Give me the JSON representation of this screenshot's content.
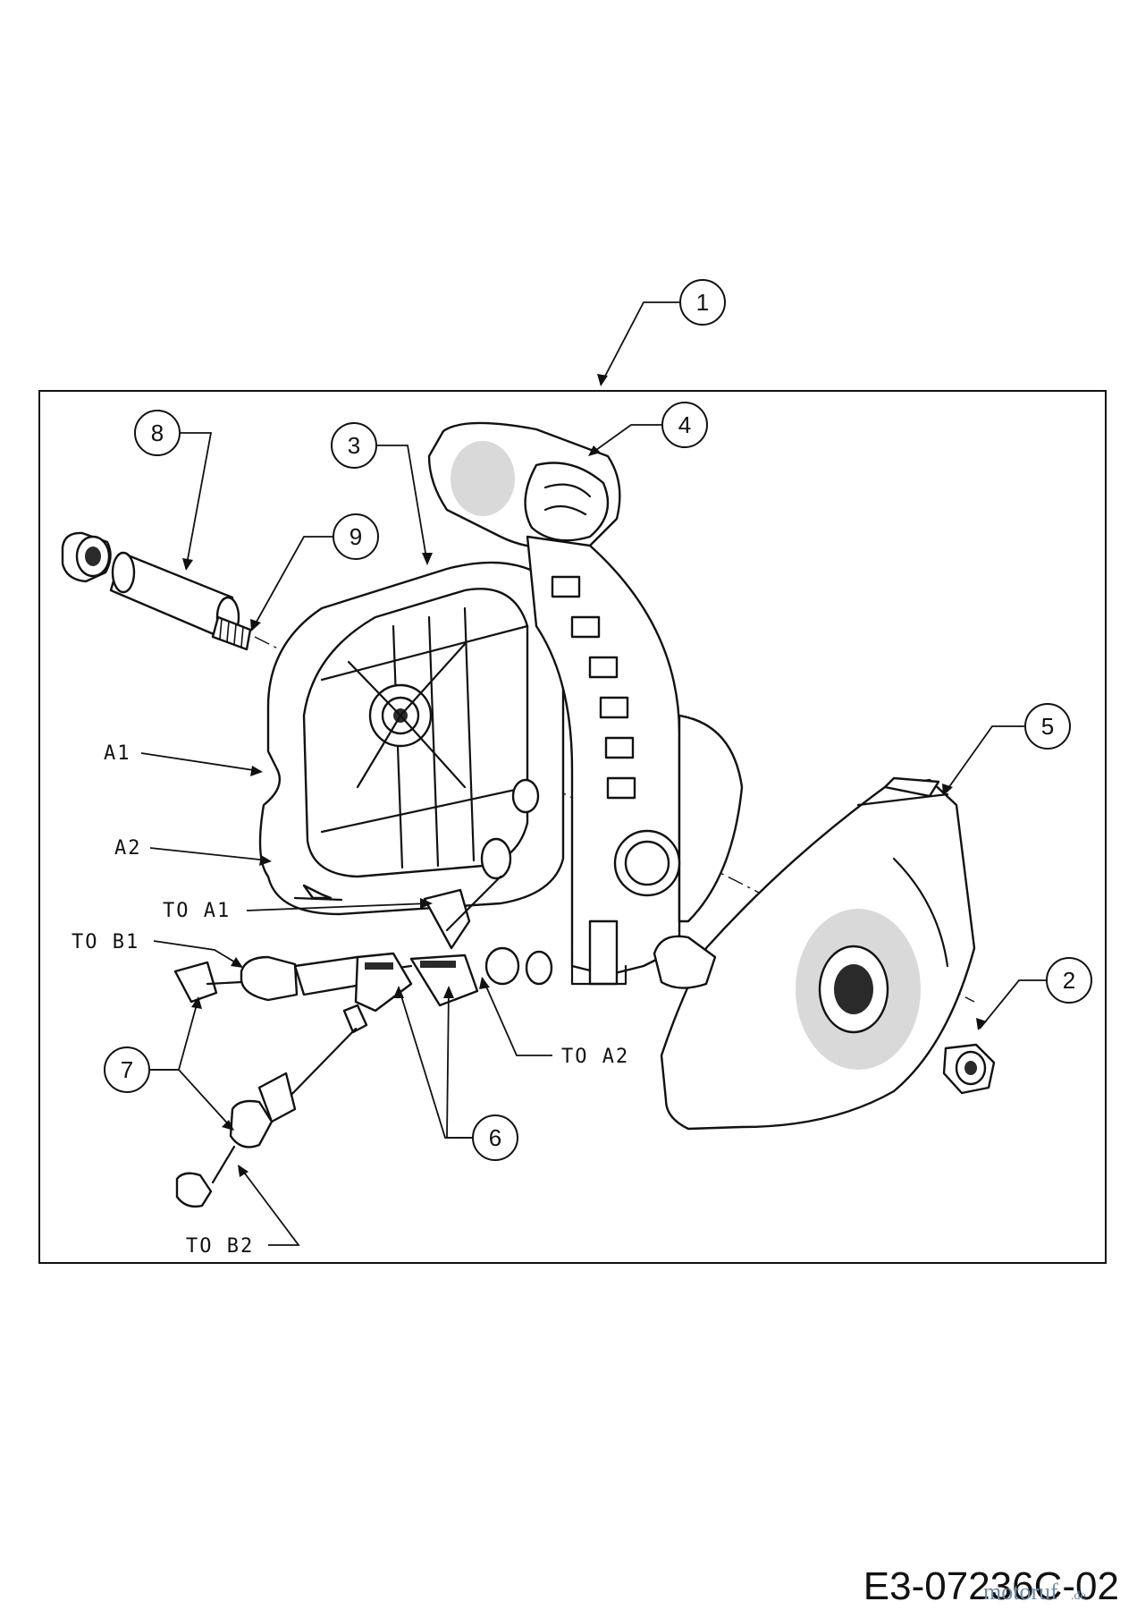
{
  "callouts": [
    "1",
    "2",
    "3",
    "4",
    "5",
    "6",
    "7",
    "8",
    "9"
  ],
  "references": {
    "a1": "A1",
    "a2": "A2",
    "to_a1": "TO A1",
    "to_b1": "TO B1",
    "to_a2": "TO A2",
    "to_b2": "TO B2"
  },
  "drawing_code": "E3-07236C-02",
  "watermark": {
    "brand": "motoruf",
    "tld": ".de"
  }
}
